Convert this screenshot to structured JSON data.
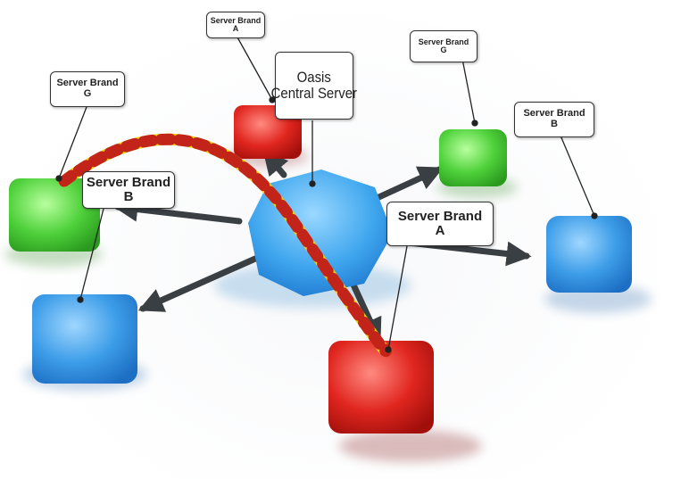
{
  "diagram": {
    "central": {
      "line1": "Oasis",
      "line2": "Central Server"
    },
    "labels": [
      {
        "line1": "Server Brand",
        "line2": "A"
      },
      {
        "line1": "Server Brand",
        "line2": "G"
      },
      {
        "line1": "Server Brand",
        "line2": "G"
      },
      {
        "line1": "Server Brand",
        "line2": "B"
      },
      {
        "line1": "Server Brand",
        "line2": "B"
      },
      {
        "line1": "Server Brand",
        "line2": "A"
      }
    ]
  }
}
